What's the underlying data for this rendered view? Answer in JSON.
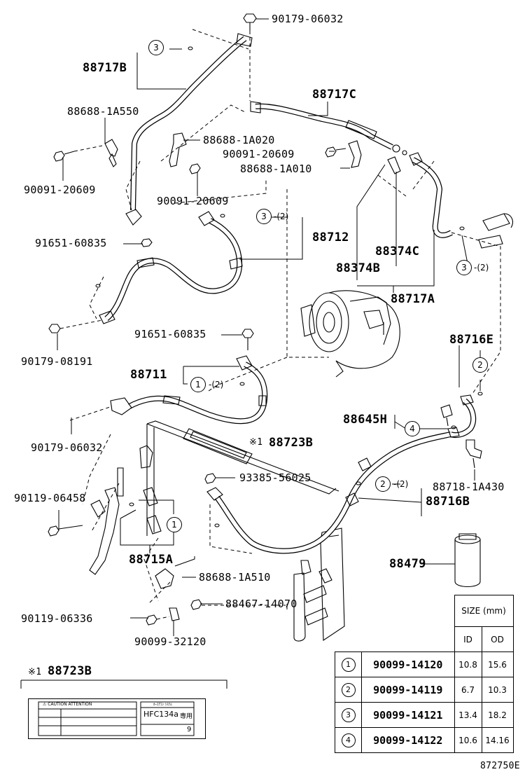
{
  "parts": {
    "p90179_06032_top": "90179-06032",
    "p88717B": "88717B",
    "p88717C": "88717C",
    "p88688_1A550": "88688-1A550",
    "p88688_1A020": "88688-1A020",
    "p90091_20609_a": "90091-20609",
    "p88688_1A010": "88688-1A010",
    "p90091_20609_b": "90091-20609",
    "p90091_20609_c": "90091-20609",
    "p88712": "88712",
    "p91651_60835_a": "91651-60835",
    "p88374C": "88374C",
    "p88374B": "88374B",
    "p88717A": "88717A",
    "p90179_08191": "90179-08191",
    "p91651_60835_b": "91651-60835",
    "p88716E": "88716E",
    "p88711": "88711",
    "p88645H": "88645H",
    "p90179_06032_mid": "90179-06032",
    "p88723B": "88723B",
    "p88723B_mark": "※1",
    "p93385_56025": "93385-56025",
    "p88718_1A430": "88718-1A430",
    "p90119_06458": "90119-06458",
    "p88716B": "88716B",
    "p88715A": "88715A",
    "p88479": "88479",
    "p88688_1A510": "88688-1A510",
    "p88467_14070": "88467-14070",
    "p90119_06336": "90119-06336",
    "p90099_32120": "90099-32120"
  },
  "circle_refs": {
    "c3_top": "3",
    "c3_mid": "3",
    "c3_mid_qty": "-(2)",
    "c3_right": "3",
    "c3_right_qty": "-(2)",
    "c1_88711": "1",
    "c1_88711_qty": "-(2)",
    "c2_88716E": "2",
    "c4_88645H": "4",
    "c2_88716B": "2",
    "c2_88716B_qty": "-(2)",
    "c1_88715A": "1"
  },
  "size_table": {
    "header": "SIZE (mm)",
    "col_id": "ID",
    "col_od": "OD",
    "rows": [
      {
        "ref": "1",
        "part": "90099-14120",
        "id": "10.8",
        "od": "15.6"
      },
      {
        "ref": "2",
        "part": "90099-14119",
        "id": "6.7",
        "od": "10.3"
      },
      {
        "ref": "3",
        "part": "90099-14121",
        "id": "13.4",
        "od": "18.2"
      },
      {
        "ref": "4",
        "part": "90099-14122",
        "id": "10.6",
        "od": "14.16"
      }
    ]
  },
  "label_detail": {
    "mark": "※1",
    "part": "88723B",
    "caution_text": "⚠ CAUTION ATTENTION",
    "refrigerant": "HFC134a",
    "refrigerant_suffix": "専用",
    "small_top": "ｶｰｴｱｺﾝ ｼｽﾃﾑ",
    "amount": "9"
  },
  "figure_number": "872750E"
}
